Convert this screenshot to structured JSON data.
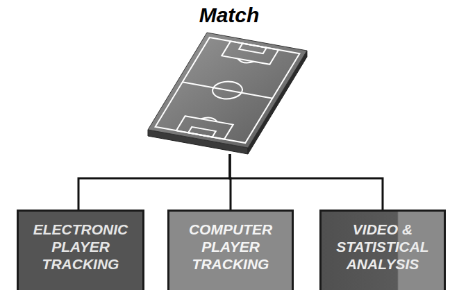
{
  "diagram": {
    "nodes": [
      {
        "text": [
          "Match"
        ]
      },
      {
        "text": [
          "ELECTRONIC PLAYER TRACKING"
        ]
      },
      {
        "text": [
          "COMPUTER PLAYER TRACKING"
        ]
      },
      {
        "text": [
          "VIDEO & STATISTICAL ANALYSIS"
        ]
      }
    ],
    "edges": [
      {
        "from": 0,
        "to": 1,
        "arrow": "none"
      },
      {
        "from": 0,
        "to": 2,
        "arrow": "none"
      },
      {
        "from": 0,
        "to": 3,
        "arrow": "none"
      }
    ]
  }
}
